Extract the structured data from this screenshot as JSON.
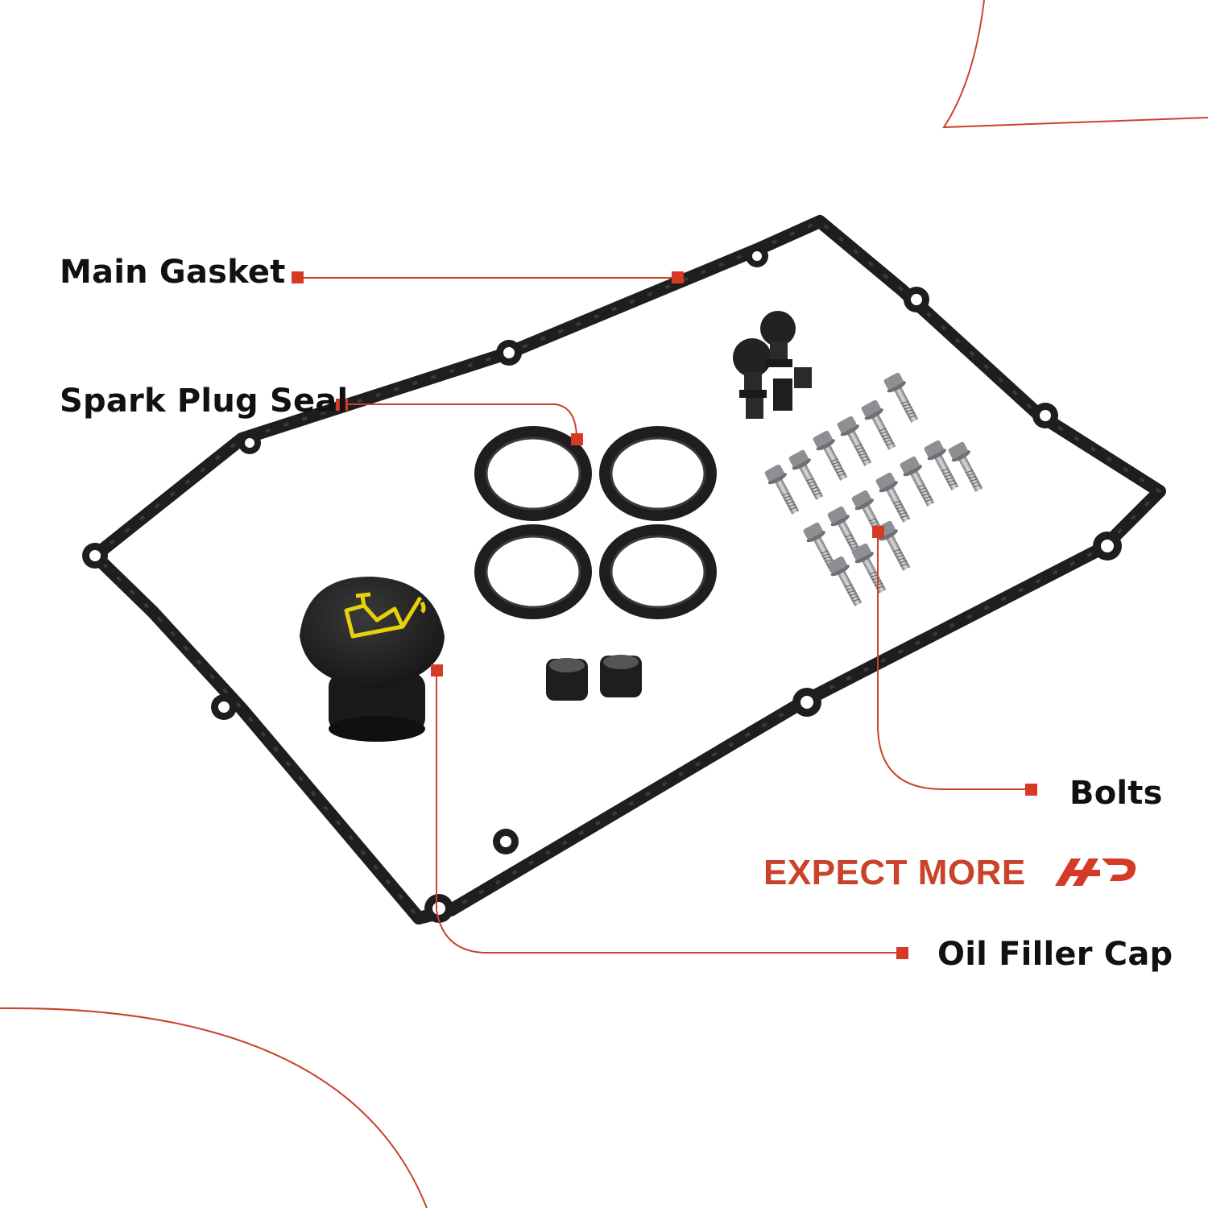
{
  "callouts": {
    "main_gasket": "Main Gasket",
    "spark_plug_seal": "Spark Plug Seal",
    "bolts": "Bolts",
    "oil_filler_cap": "Oil Filler Cap"
  },
  "brand": {
    "tagline": "EXPECT MORE",
    "logo_icon": "a-premium-logo-icon"
  },
  "colors": {
    "accent": "#C9432B",
    "marker": "#D53A26",
    "rubber": "#1E1E1E",
    "cap_symbol": "#E6D10A",
    "bolt_metal": "#A9AAAD"
  }
}
